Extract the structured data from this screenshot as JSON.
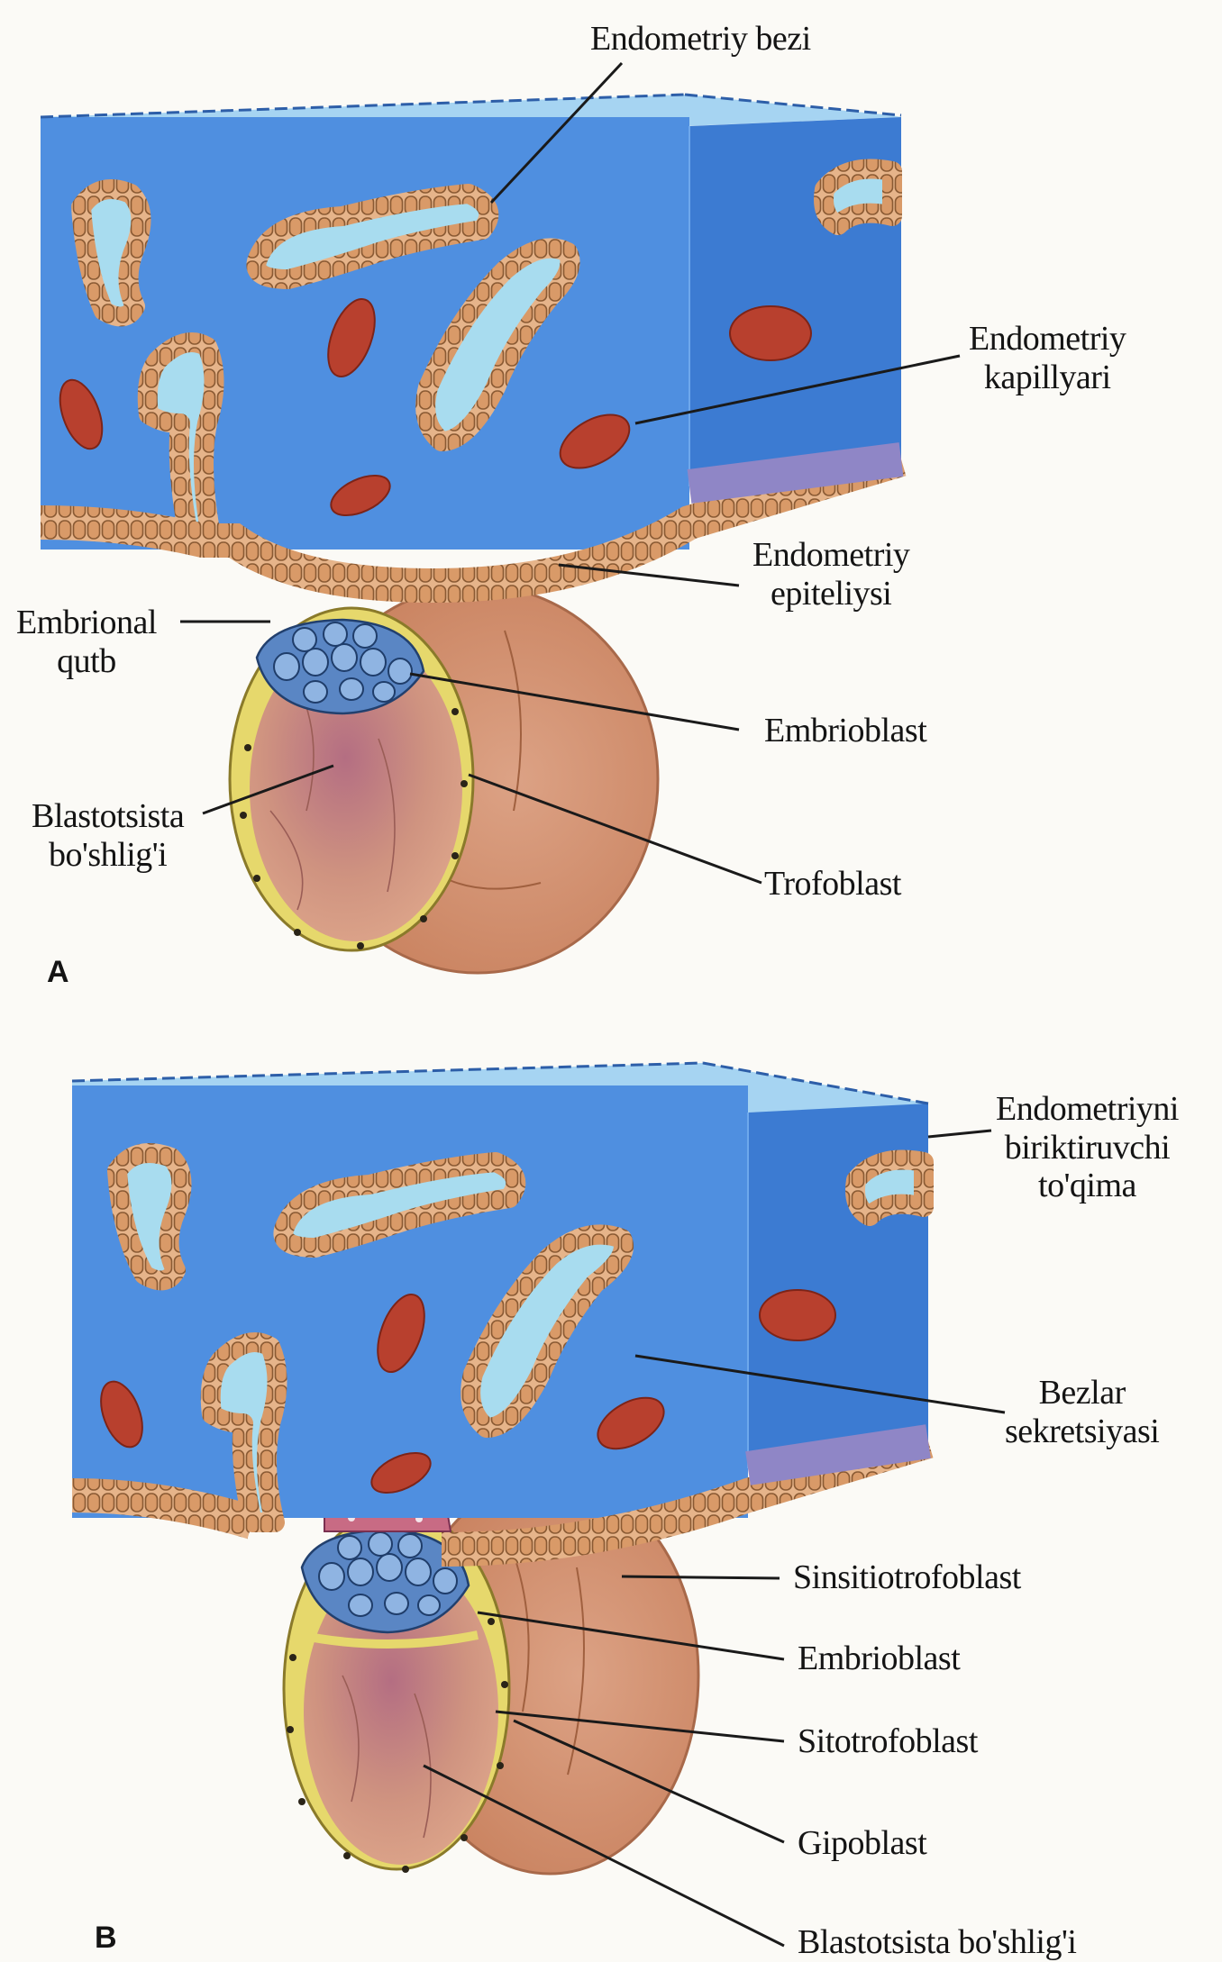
{
  "panels": {
    "a": "A",
    "b": "B"
  },
  "labels_a": {
    "endometriy_bezi": "Endometriy bezi",
    "endometriy_kapillyari": "Endometriy\nkapillyari",
    "endometriy_epiteliysi": "Endometriy\nepiteliysi",
    "embrional_qutb": "Embrional\nqutb",
    "embrioblast": "Embrioblast",
    "blastotsista_boshligi": "Blastotsista\nbo'shlig'i",
    "trofoblast": "Trofoblast"
  },
  "labels_b": {
    "endometriyning_biriktiruvchi": "Endometriyni\nbiriktiruvchi\nto'qima",
    "bezlar_sekretsiyasi": "Bezlar\nsekretsiyasi",
    "sinsitiotrofoblast": "Sinsitiotrofoblast",
    "embrioblast": "Embrioblast",
    "sitotrofoblast": "Sitotrofoblast",
    "gipoblast": "Gipoblast",
    "blastotsista_boshligi": "Blastotsista bo'shlig'i"
  },
  "colors": {
    "tissue_front": "#4f8fe0",
    "tissue_side": "#3c7bd2",
    "tissue_top": "#a6d4f2",
    "epithelium": "#e6b48a",
    "gland_lumen": "#a8dcef",
    "capillary": "#b8402e",
    "blastocyst": "#d6957a",
    "cavity": "#c88a86",
    "embryoblast": "#5a86c4",
    "trophoblast_ring": "#e4d46e"
  }
}
